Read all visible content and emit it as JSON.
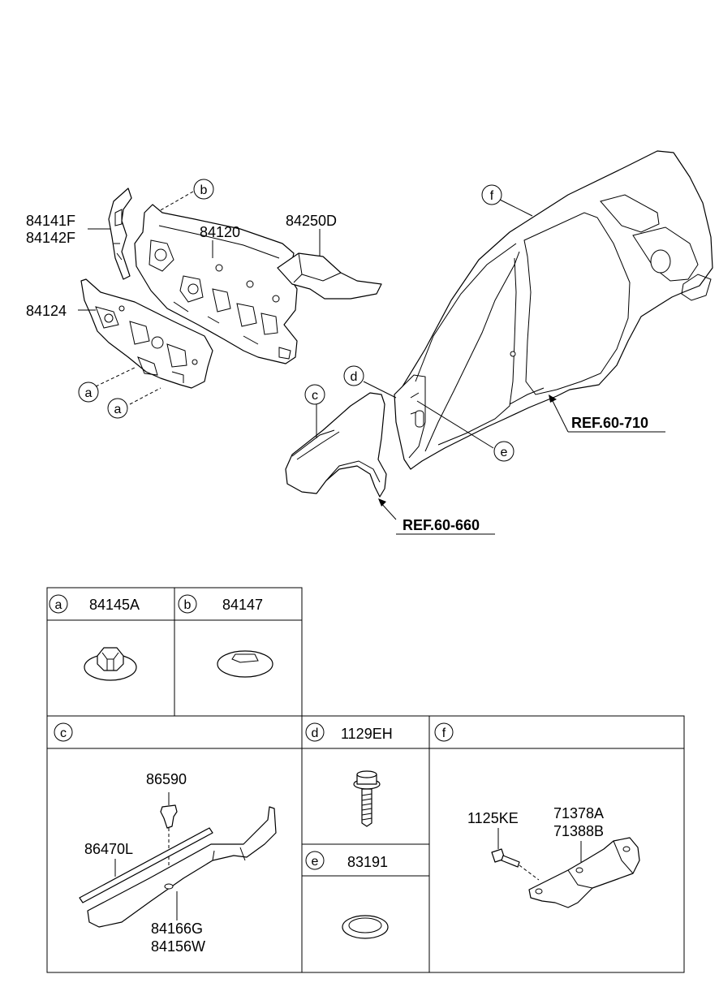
{
  "diagram": {
    "labels": {
      "p84141F": "84141F",
      "p84142F": "84142F",
      "p84120": "84120",
      "p84250D": "84250D",
      "p84124": "84124"
    },
    "callouts": {
      "a": "a",
      "b": "b",
      "c": "c",
      "d": "d",
      "e": "e",
      "f": "f"
    },
    "refs": {
      "ref1": "REF.60-710",
      "ref2": "REF.60-660"
    }
  },
  "table": {
    "cells": [
      {
        "key": "a",
        "part": "84145A"
      },
      {
        "key": "b",
        "part": "84147"
      },
      {
        "key": "c",
        "part": ""
      },
      {
        "key": "d",
        "part": "1129EH"
      },
      {
        "key": "e",
        "part": "83191"
      },
      {
        "key": "f",
        "part": ""
      }
    ],
    "c_parts": {
      "clip": "86590",
      "rail": "86470L",
      "bracket_1": "84166G",
      "bracket_2": "84156W"
    },
    "f_parts": {
      "bolt": "1125KE",
      "bracket_1": "71378A",
      "bracket_2": "71388B"
    }
  }
}
